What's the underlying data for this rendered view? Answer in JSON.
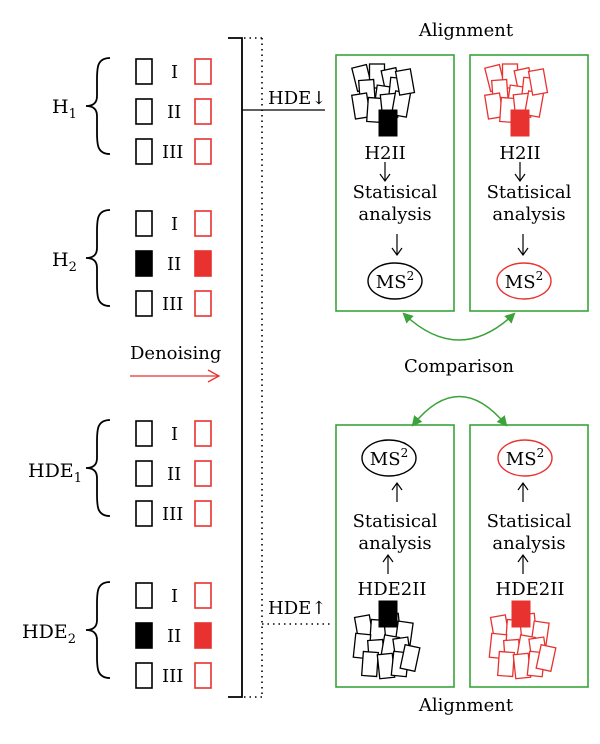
{
  "groups": [
    {
      "name": "H",
      "sub": "1"
    },
    {
      "name": "H",
      "sub": "2"
    },
    {
      "name": "HDE",
      "sub": "1"
    },
    {
      "name": "HDE",
      "sub": "2"
    }
  ],
  "roman": [
    "I",
    "II",
    "III"
  ],
  "denoising_label": "Denoising",
  "hde_down_label": "HDE↓",
  "hde_up_label": "HDE↑",
  "alignment_top": "Alignment",
  "alignment_bottom": "Alignment",
  "comparison_label": "Comparison",
  "h2ii_label": "H2II",
  "hde2ii_label": "HDE2II",
  "stat_line1": "Statisical",
  "stat_line2": "analysis",
  "ms_label": "MS",
  "ms_sup": "2",
  "colors": {
    "black": "#000000",
    "red": "#e8322f",
    "green": "#3aa33a"
  }
}
